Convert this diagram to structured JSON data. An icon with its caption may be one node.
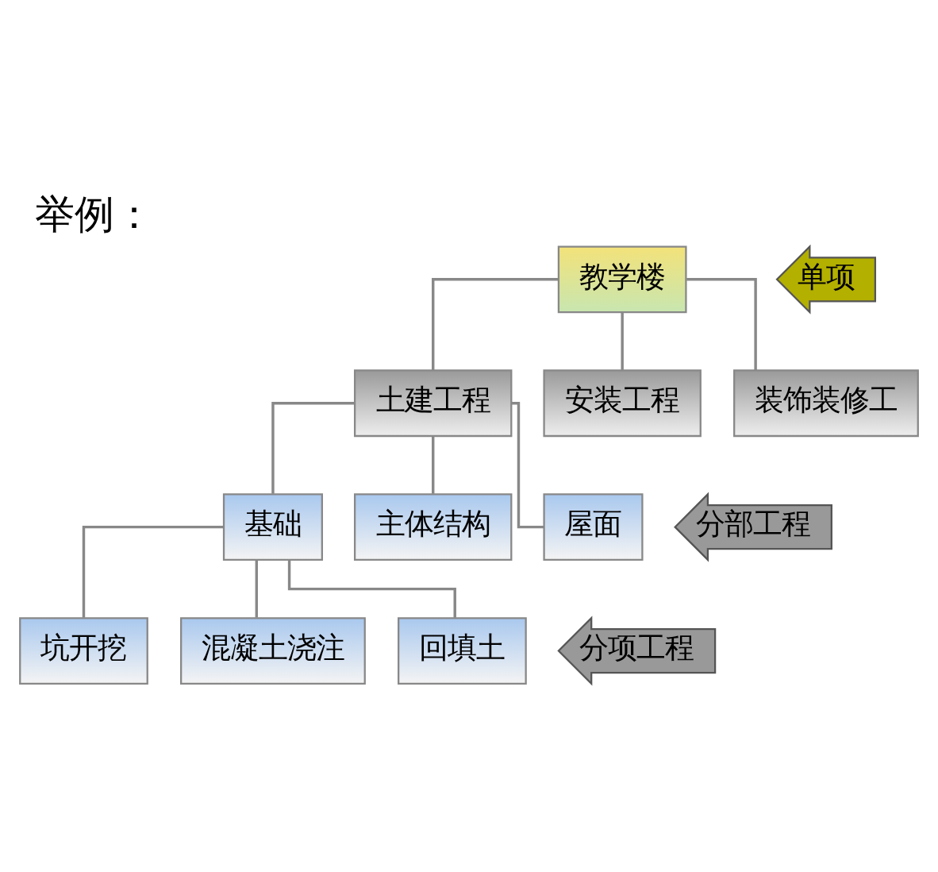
{
  "diagram": {
    "title": "举例：",
    "nodes": [
      {
        "text": [
          "教学楼"
        ]
      },
      {
        "text": [
          "土建工程"
        ]
      },
      {
        "text": [
          "安装工程"
        ]
      },
      {
        "text": [
          "装饰装修工"
        ]
      },
      {
        "text": [
          "基础"
        ]
      },
      {
        "text": [
          "主体结构"
        ]
      },
      {
        "text": [
          "屋面"
        ]
      },
      {
        "text": [
          "坑开挖"
        ]
      },
      {
        "text": [
          "混凝土浇注"
        ]
      },
      {
        "text": [
          "回填土"
        ]
      },
      {
        "text": [
          "单项"
        ]
      },
      {
        "text": [
          "分部工程"
        ]
      },
      {
        "text": [
          "分项工程"
        ]
      }
    ],
    "edges": [
      {
        "from": 0,
        "to": 1,
        "arrow": "none"
      },
      {
        "from": 0,
        "to": 2,
        "arrow": "none"
      },
      {
        "from": 0,
        "to": 3,
        "arrow": "none"
      },
      {
        "from": 1,
        "to": 4,
        "arrow": "none"
      },
      {
        "from": 1,
        "to": 5,
        "arrow": "none"
      },
      {
        "from": 1,
        "to": 6,
        "arrow": "none"
      },
      {
        "from": 4,
        "to": 7,
        "arrow": "none"
      },
      {
        "from": 4,
        "to": 8,
        "arrow": "none"
      },
      {
        "from": 4,
        "to": 9,
        "arrow": "none"
      }
    ]
  }
}
